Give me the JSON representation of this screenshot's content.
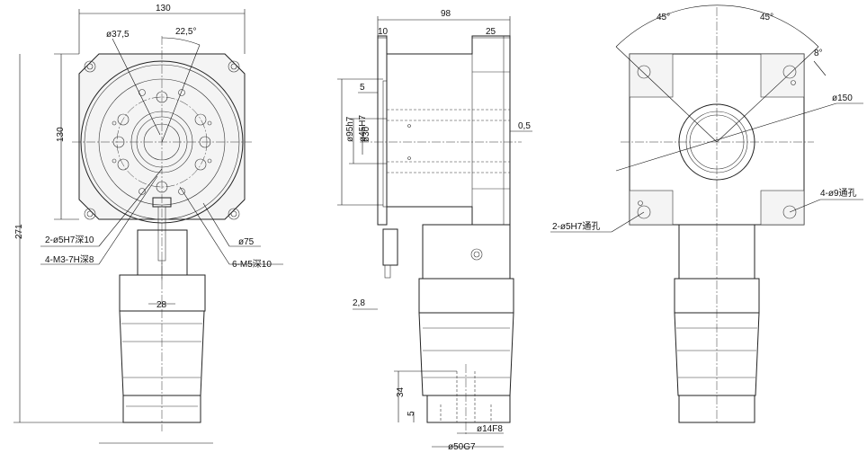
{
  "dims": {
    "front_width": "130",
    "front_height": "130",
    "overall_length": "271",
    "pcd_holes": "ø37,5",
    "angle_small": "22,5°",
    "pin_holes": "2-ø5H7深10",
    "tapped_small": "4-M3-7H深8",
    "tapped_pcd": "6-M5深10",
    "pcd_75": "ø75",
    "width_28": "28",
    "side_length": "98",
    "side_flange": "10",
    "side_step": "25",
    "side_5": "5",
    "pilot_95": "ø95h7",
    "bore_45": "ø45H7",
    "bore_30": "ø30",
    "gap_05": "0,5",
    "gap_28": "2,8",
    "motor_34": "34",
    "motor_5": "5",
    "shaft_14": "ø14F8",
    "shaft_50": "ø50G7",
    "angle_45_left": "45°",
    "angle_45_right": "45°",
    "angle_8": "8°",
    "pcd_150": "ø150",
    "mount_holes": "4-ø9通孔",
    "rear_pin": "2-ø5H7通孔"
  }
}
